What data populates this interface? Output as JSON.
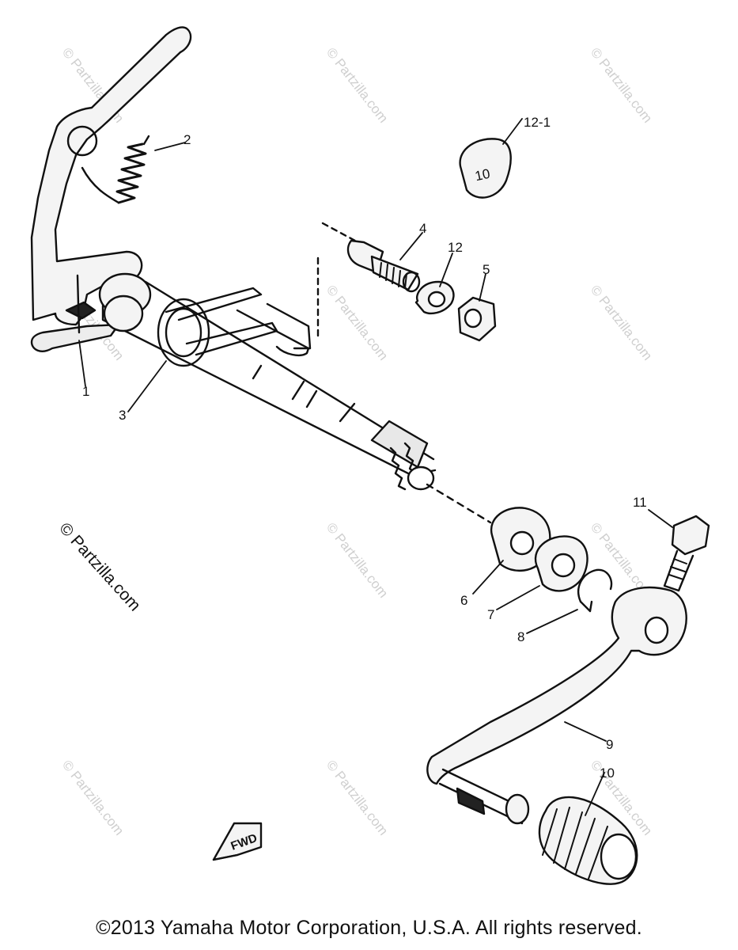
{
  "watermark_text": "© Partzilla.com",
  "watermark_main_text": "© Partzilla.com",
  "fwd_label": "FWD",
  "copyright": "©2013  Yamaha Motor Corporation, U.S.A. All rights reserved.",
  "parts": [
    {
      "id": "1",
      "label": "1"
    },
    {
      "id": "2",
      "label": "2"
    },
    {
      "id": "3",
      "label": "3"
    },
    {
      "id": "4",
      "label": "4"
    },
    {
      "id": "5",
      "label": "5"
    },
    {
      "id": "6",
      "label": "6"
    },
    {
      "id": "7",
      "label": "7"
    },
    {
      "id": "8a",
      "label": "8"
    },
    {
      "id": "9",
      "label": "9"
    },
    {
      "id": "10",
      "label": "10"
    },
    {
      "id": "11",
      "label": "11"
    },
    {
      "id": "12",
      "label": "12"
    },
    {
      "id": "12-1",
      "label": "12-1"
    },
    {
      "id": "washer-12-1",
      "label": "10"
    }
  ]
}
